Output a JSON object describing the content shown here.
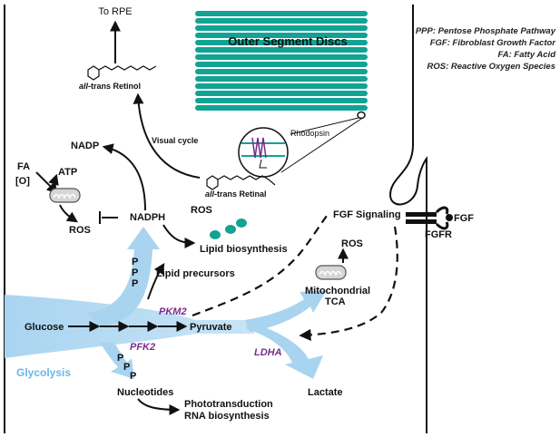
{
  "legend": {
    "ppp": "PPP: Pentose Phosphate Pathway",
    "fgf": "FGF: Fibroblast Growth Factor",
    "fa": "FA: Fatty Acid",
    "ros": "ROS: Reactive Oxygen Species"
  },
  "labels": {
    "to_rpe": "To RPE",
    "outer_segment_discs": "Outer Segment Discs",
    "all_trans_retinol": "-trans Retinol",
    "all_trans_retinal": "-trans Retinal",
    "all_prefix": "all",
    "rhodopsin": "Rhodopsin",
    "visual_cycle": "Visual cycle",
    "nadp": "NADP",
    "nadph": "NADPH",
    "fa": "FA",
    "o": "[O]",
    "atp": "ATP",
    "ros_left": "ROS",
    "ros_mid": "ROS",
    "ros_right": "ROS",
    "fgf_signaling": "FGF Signaling",
    "fgf": "FGF",
    "fgfr": "FGFR",
    "lipid_biosynthesis": "Lipid biosynthesis",
    "lipid_precursors": "Lipid precursors",
    "ppp_upper": [
      "P",
      "P",
      "P"
    ],
    "ppp_lower": [
      "P",
      "P",
      "P"
    ],
    "mito_tca_1": "Mitochondrial",
    "mito_tca_2": "TCA",
    "pkm2": "PKM2",
    "glucose": "Glucose",
    "pyruvate": "Pyruvate",
    "pfk2": "PFK2",
    "ldha": "LDHA",
    "glycolysis": "Glycolysis",
    "lactate": "Lactate",
    "nucleotides": "Nucleotides",
    "phototransduction": "Phototransduction",
    "rna_biosynthesis": "RNA biosynthesis"
  },
  "colors": {
    "flow_blue": "#a9d4f0",
    "label_blue": "#6ab7e6",
    "disc_teal": "#12a394",
    "enzyme_purple": "#7b2a8a"
  },
  "icons": {
    "mitochondrion": "mitochondrion-icon",
    "lipid_droplet": "lipid-droplet-icon",
    "receptor": "fgfr-receptor-icon"
  }
}
